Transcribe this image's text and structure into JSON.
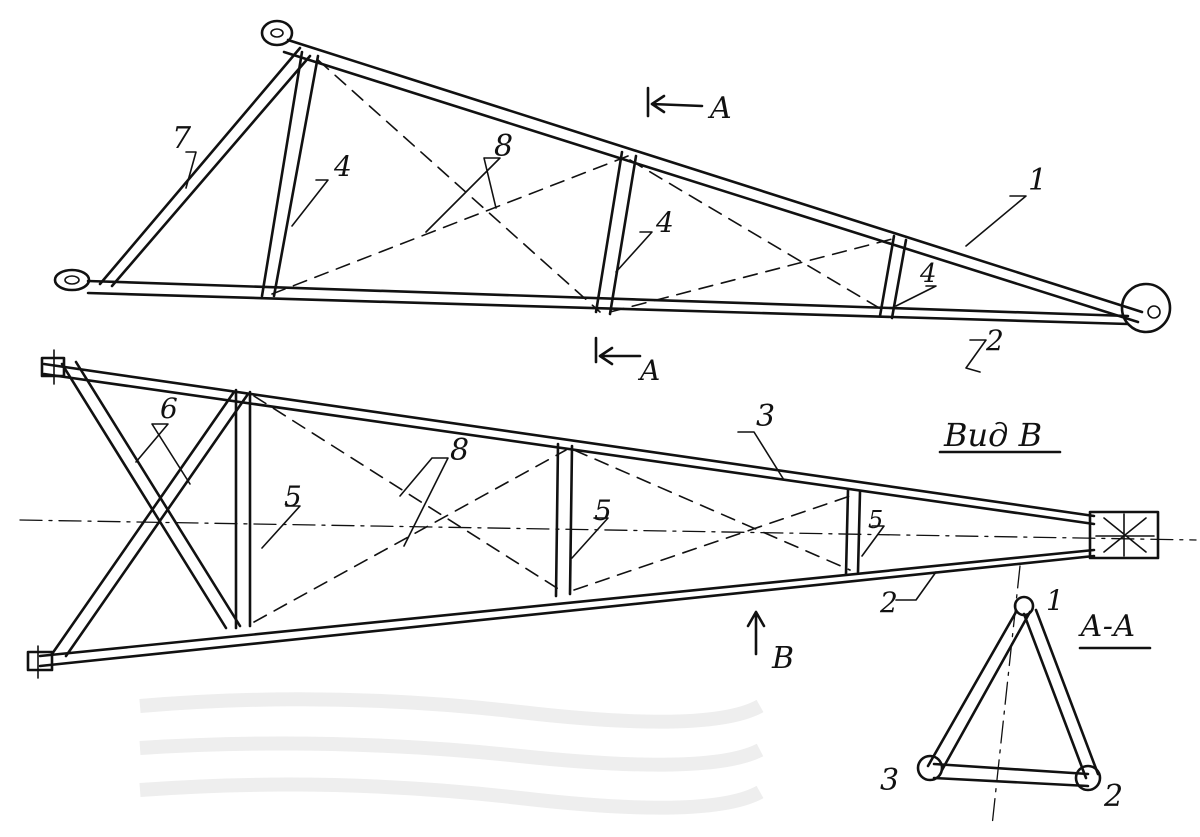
{
  "labels": {
    "chord_top": "1",
    "chord_bottom_elev": "2",
    "chord_plan_upper": "3",
    "chord_plan_lower": "2",
    "post_a": "4",
    "post_b": "4",
    "post_c": "4",
    "brace_end_elev": "7",
    "diag_elev": "8",
    "diag_plan": "8",
    "plan_x_brace": "6",
    "plan_post_a": "5",
    "plan_post_b": "5",
    "plan_post_c": "5",
    "section_arrow_top": "A",
    "section_arrow_bottom": "A",
    "view_arrow": "B",
    "view_title": "Вид В",
    "section_title": "А-А",
    "section_node_1": "1",
    "section_node_2": "2",
    "section_node_3": "3"
  }
}
